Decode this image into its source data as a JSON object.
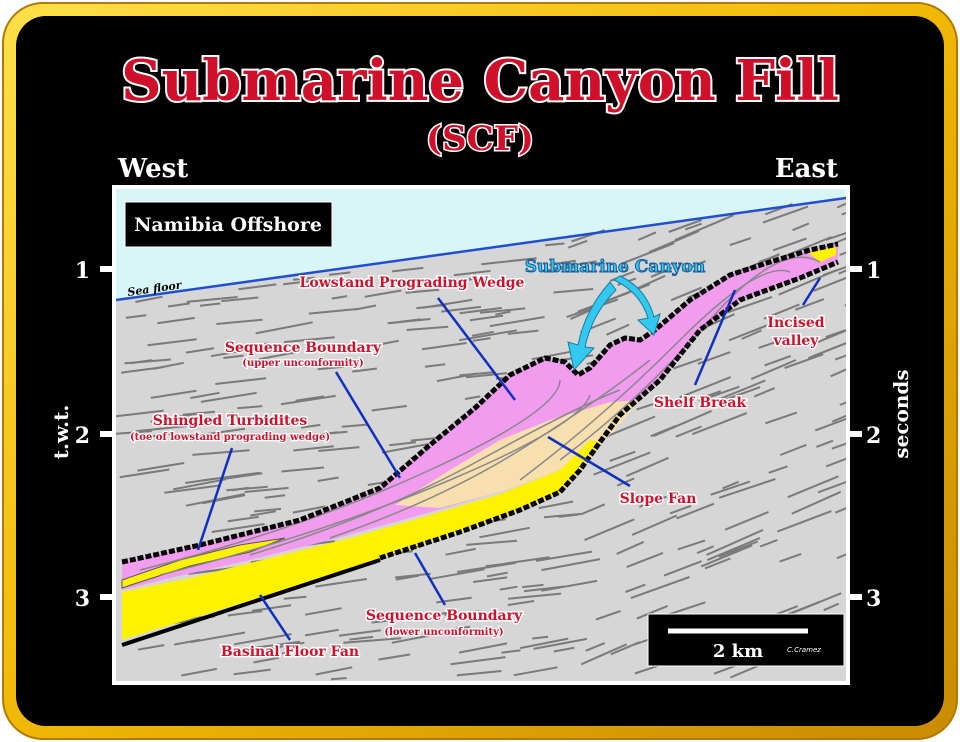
{
  "title": "Submarine Canyon Fill",
  "subtitle": "(SCF)",
  "directions": {
    "west": "West",
    "east": "East"
  },
  "location_box": "Namibia Offshore",
  "sea_floor": "Sea floor",
  "axis_left": {
    "label": "t.w.t.",
    "ticks": [
      "1",
      "2",
      "3"
    ]
  },
  "axis_right": {
    "label": "seconds",
    "ticks": [
      "1",
      "2",
      "3"
    ]
  },
  "labels": {
    "submarine_canyon": "Submarine Canyon",
    "lowstand_prograding_wedge": "Lowstand Prograding Wedge",
    "sequence_boundary_upper": "Sequence Boundary",
    "sequence_boundary_upper_sub": "(upper unconformity)",
    "shingled_turbidites": "Shingled Turbidites",
    "shingled_turbidites_sub": "(toe of lowstand prograding wedge)",
    "incised_valley_line1": "Incised",
    "incised_valley_line2": "valley",
    "shelf_break": "Shelf Break",
    "slope_fan": "Slope Fan",
    "sequence_boundary_lower": "Sequence Boundary",
    "sequence_boundary_lower_sub": "(lower unconformity)",
    "basinal_floor_fan": "Basinal Floor Fan"
  },
  "scale": {
    "label": "2 km",
    "credit": "C.Cramez"
  },
  "colors": {
    "frame_gold": "#f2b705",
    "background": "#000000",
    "water": "#d8f6f8",
    "rock": "#d6d6d6",
    "wedge_pink": "#f29cf0",
    "slope_fan_beige": "#f7dfb0",
    "floor_fan_yellow": "#fff200",
    "label_red": "#d0102a",
    "canyon_cyan": "#32c8f0"
  }
}
